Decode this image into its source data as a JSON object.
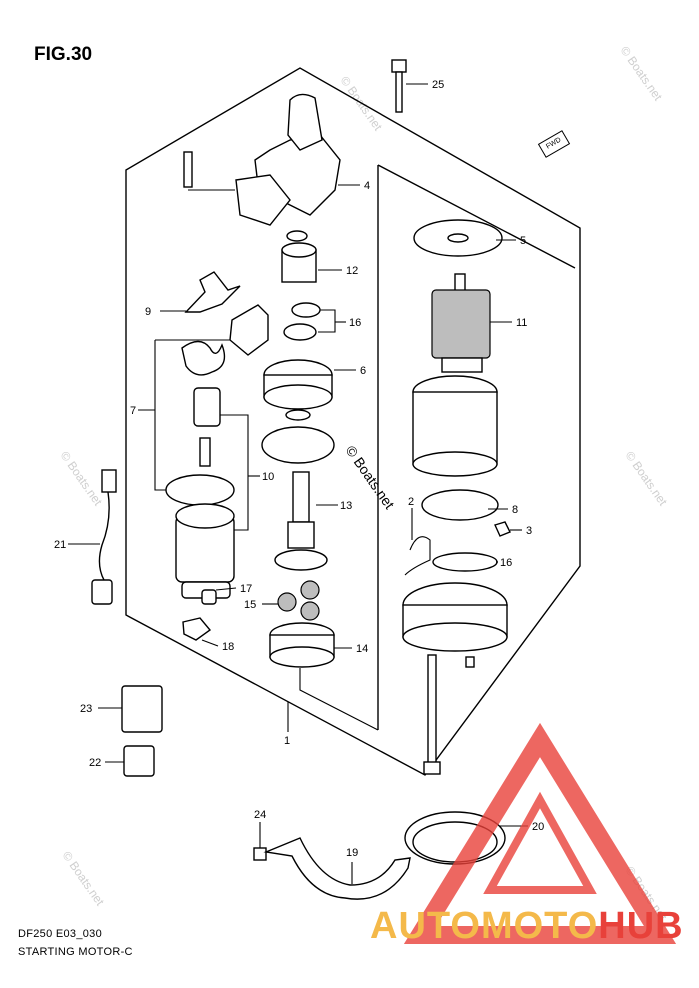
{
  "figure": {
    "title": "FIG.30",
    "code": "DF250 E03_030",
    "subtitle": "STARTING MOTOR-C"
  },
  "brand": {
    "part1": "AUTOMOTO",
    "part2": "HUB",
    "color1": "#f4b94a",
    "color2": "#e8413a"
  },
  "watermark": {
    "text": "© Boats.net"
  },
  "direction_tag": {
    "text": "FWD"
  },
  "callouts": {
    "c1": "1",
    "c2": "2",
    "c3": "3",
    "c4": "4",
    "c5": "5",
    "c6": "6",
    "c7": "7",
    "c8": "8",
    "c9": "9",
    "c10": "10",
    "c11": "11",
    "c12": "12",
    "c13": "13",
    "c14": "14",
    "c15": "15",
    "c16a": "16",
    "c16b": "16",
    "c17": "17",
    "c18": "18",
    "c19": "19",
    "c20": "20",
    "c21": "21",
    "c22": "22",
    "c23": "23",
    "c24": "24",
    "c25": "25"
  }
}
